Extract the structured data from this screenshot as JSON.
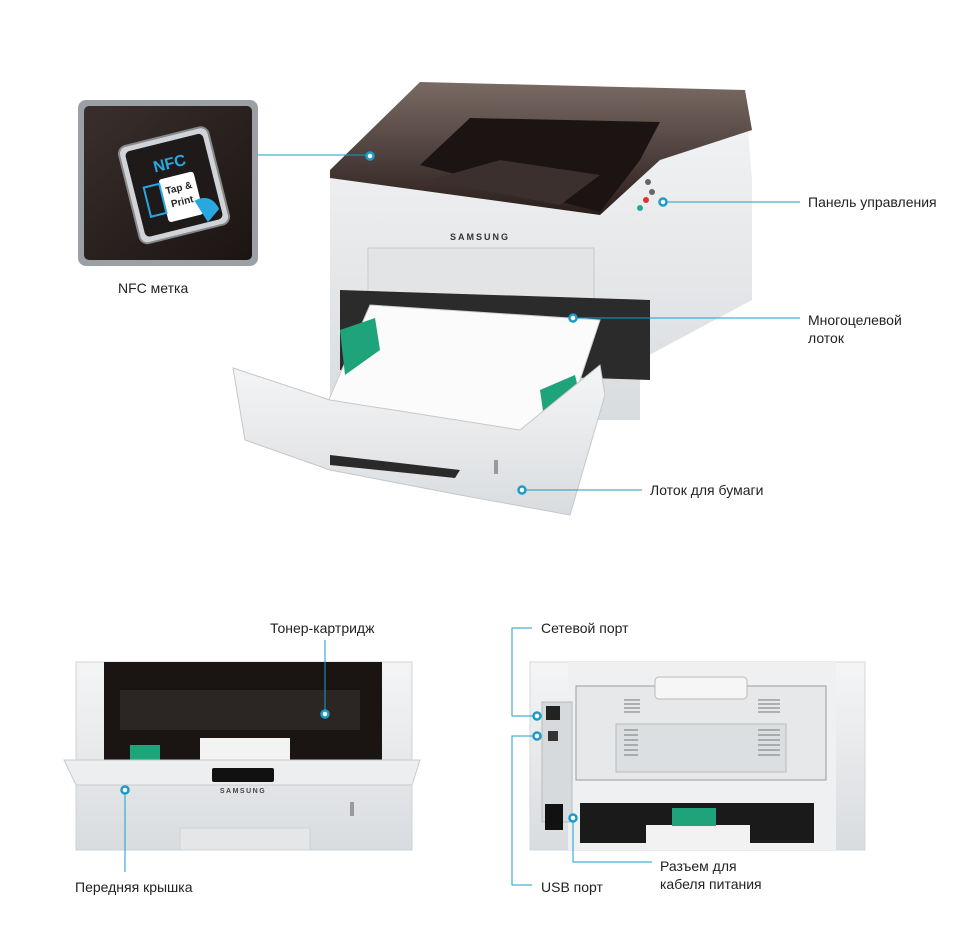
{
  "colors": {
    "callout": "#1b9cc8",
    "body": "#e6e8ea",
    "top": "#3a2c28",
    "accent": "#1fa37a"
  },
  "brand": "SAMSUNG",
  "nfc_badge": {
    "line1": "NFC",
    "line2": "Tap &",
    "line3": "Print"
  },
  "labels": {
    "nfc": "NFC метка",
    "control_panel": "Панель управления",
    "multipurpose_tray_1": "Многоцелевой",
    "multipurpose_tray_2": "лоток",
    "paper_tray": "Лоток для бумаги",
    "toner": "Тонер-картридж",
    "front_cover": "Передняя крышка",
    "network_port": "Сетевой порт",
    "usb_port": "USB порт",
    "power_1": "Разъем для",
    "power_2": "кабеля питания"
  }
}
